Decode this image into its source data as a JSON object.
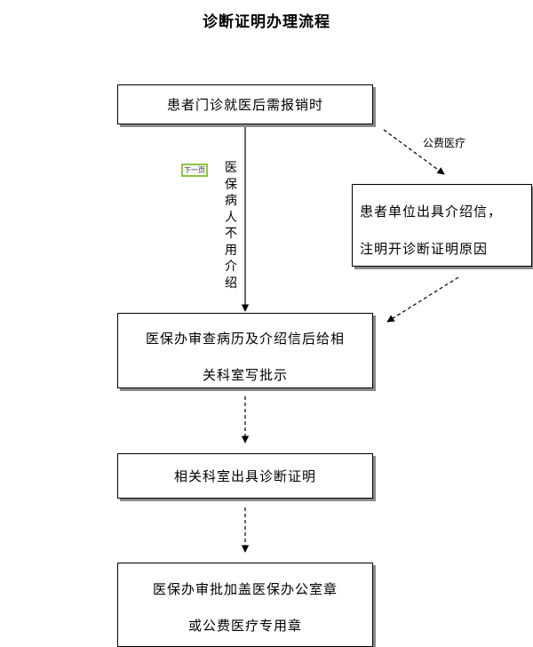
{
  "title": "诊断证明办理流程",
  "nodes": {
    "start": "患者门诊就医后需报销时",
    "unit_letter": {
      "line1": "患者单位出具介绍信，",
      "line2": "注明开诊断证明原因"
    },
    "review": {
      "line1": "医保办审查病历及介绍信后给相",
      "line2": "关科室写批示"
    },
    "issue": "相关科室出具诊断证明",
    "approve": {
      "line1": "医保办审批加盖医保办公室章",
      "line2": "或公费医疗专用章"
    }
  },
  "edges": {
    "medical_insurance": "医保病人不用介绍",
    "public_expense": "公费医疗"
  },
  "widgets": {
    "next_page": "下一页"
  }
}
